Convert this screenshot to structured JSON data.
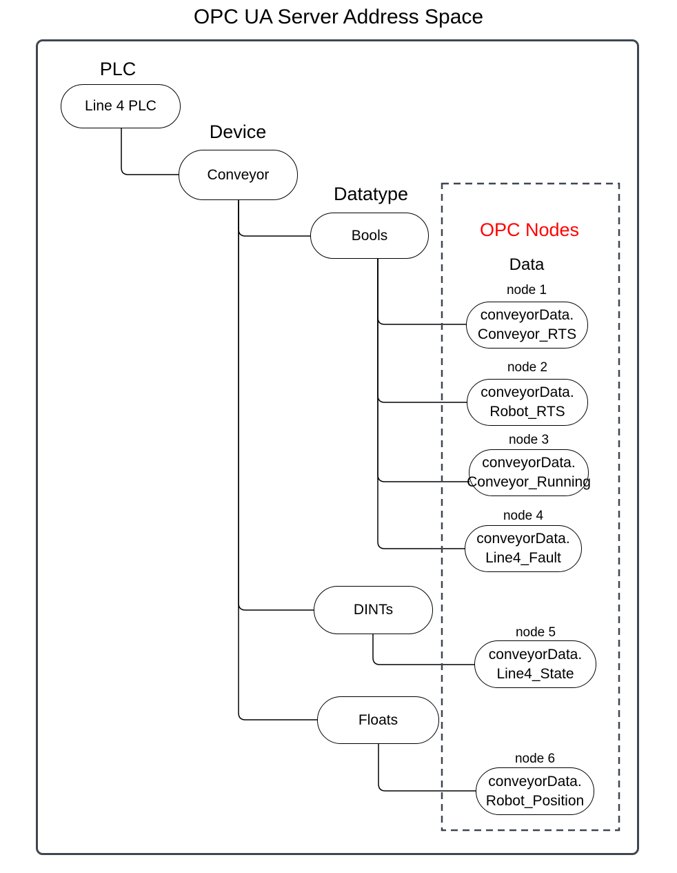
{
  "diagram_title": "OPC UA Server Address Space",
  "labels": {
    "plc": "PLC",
    "device": "Device",
    "datatype": "Datatype",
    "opc_nodes": "OPC Nodes",
    "data": "Data"
  },
  "nodes": {
    "plc": "Line 4 PLC",
    "device": "Conveyor",
    "datatypes": [
      {
        "label": "Bools"
      },
      {
        "label": "DINTs"
      },
      {
        "label": "Floats"
      }
    ]
  },
  "opc_nodes": [
    {
      "label": "node 1",
      "name_line1": "conveyorData.",
      "name_line2": "Conveyor_RTS"
    },
    {
      "label": "node 2",
      "name_line1": "conveyorData.",
      "name_line2": "Robot_RTS"
    },
    {
      "label": "node 3",
      "name_line1": "conveyorData.",
      "name_line2": "Conveyor_Running"
    },
    {
      "label": "node 4",
      "name_line1": "conveyorData.",
      "name_line2": "Line4_Fault"
    },
    {
      "label": "node 5",
      "name_line1": "conveyorData.",
      "name_line2": "Line4_State"
    },
    {
      "label": "node 6",
      "name_line1": "conveyorData.",
      "name_line2": "Robot_Position"
    }
  ],
  "colors": {
    "opc_nodes_title": "#ff0000",
    "frame_border": "#3f4650",
    "connector": "#000000",
    "node_border": "#000000"
  }
}
